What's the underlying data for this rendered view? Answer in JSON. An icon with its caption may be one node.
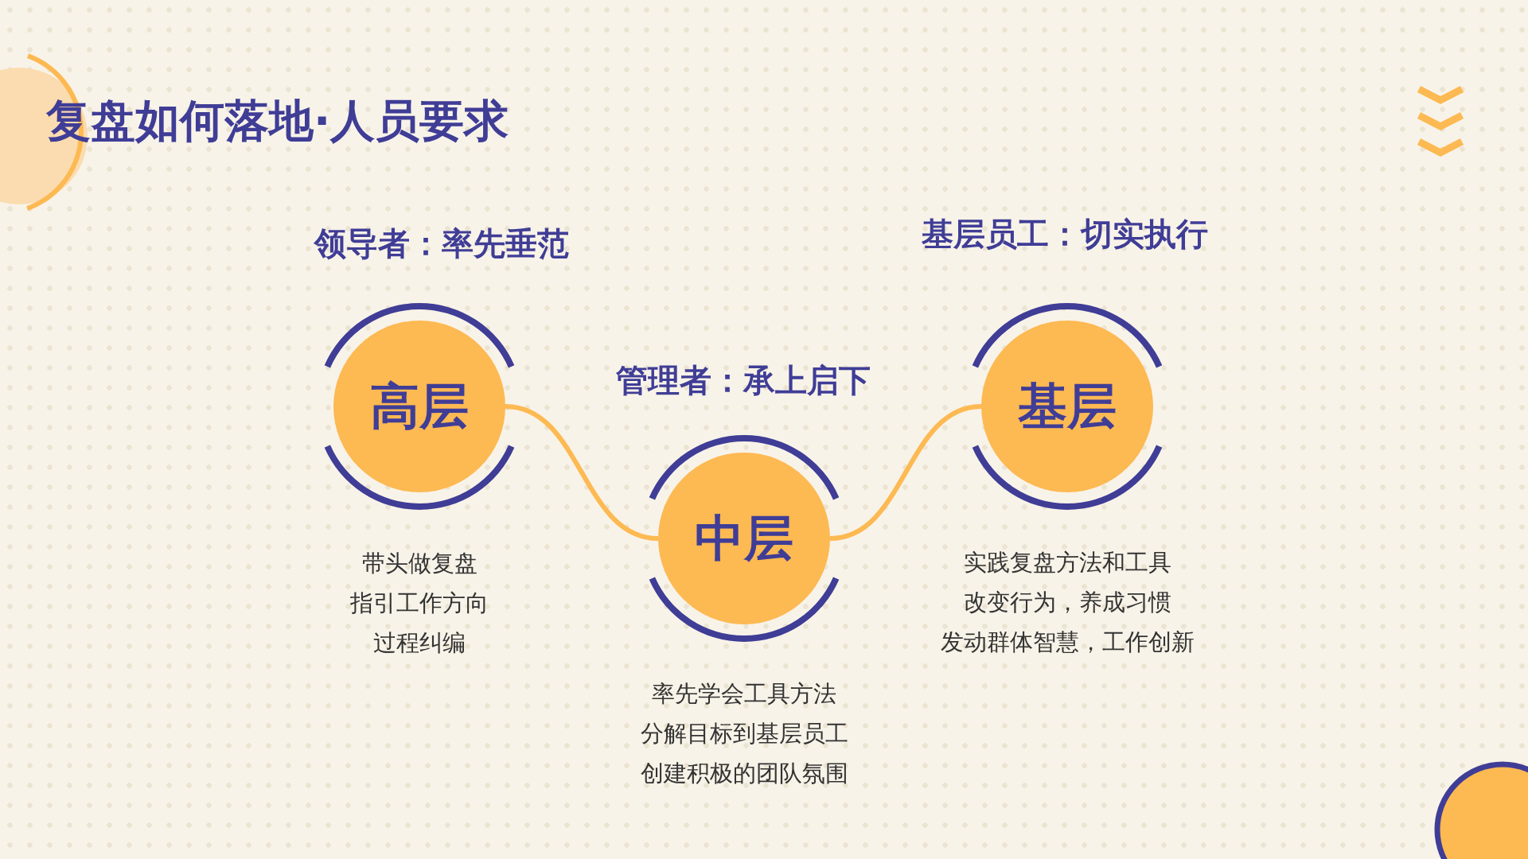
{
  "diagram": {
    "title": "复盘如何落地·人员要求",
    "nodes": [
      {
        "text": [
          "高层"
        ],
        "beside": [
          "领导者：率先垂范",
          "带头做复盘",
          "指引工作方向",
          "过程纠编"
        ]
      },
      {
        "text": [
          "中层"
        ],
        "beside": [
          "管理者：承上启下",
          "率先学会工具方法",
          "分解目标到基层员工",
          "创建积极的团队氛围"
        ]
      },
      {
        "text": [
          "基层"
        ],
        "beside": [
          "基层员工：切实执行",
          "实践复盘方法和工具",
          "改变行为，养成习惯",
          "发动群体智慧，工作创新"
        ]
      }
    ],
    "edges": [
      {
        "from": 0,
        "to": 1,
        "arrow": "none"
      },
      {
        "from": 1,
        "to": 2,
        "arrow": "none"
      }
    ]
  }
}
